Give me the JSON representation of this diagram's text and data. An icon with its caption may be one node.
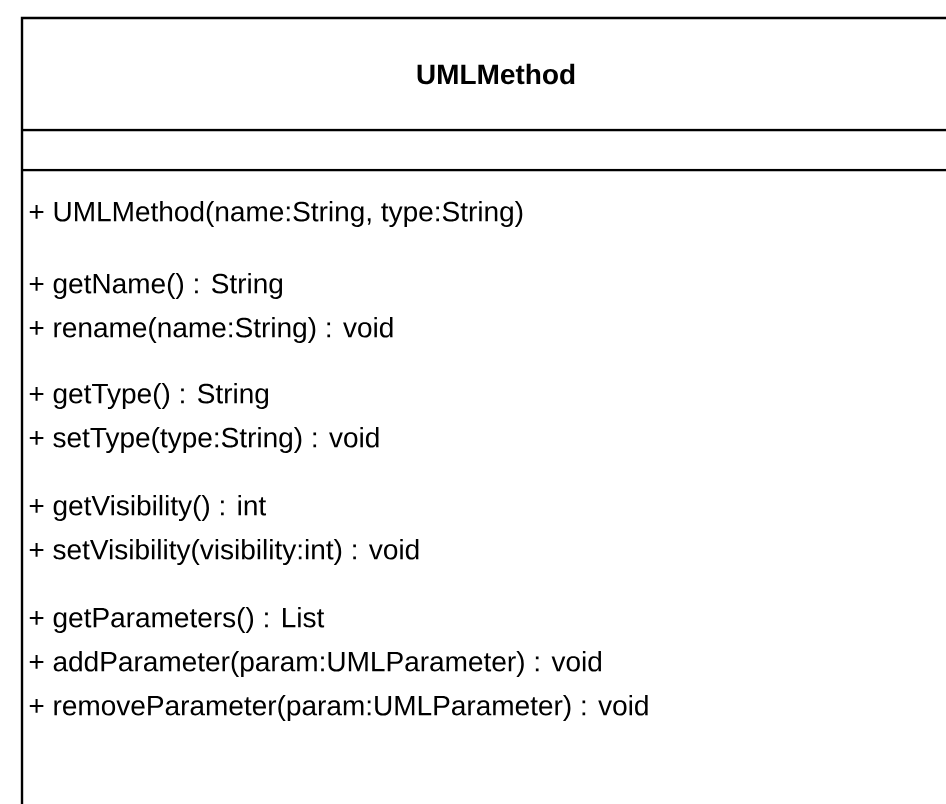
{
  "diagram": {
    "nodes": [
      {
        "text": [
          "UMLMethod",
          "+ UMLMethod(name:String, type:String)",
          "+ getName() : String",
          "+ rename(name:String) : void",
          "+ getType() : String",
          "+ setType(type:String) : void",
          "+ getVisibility() : int",
          "+ setVisibility(visibility:int) : void",
          "+ getParameters() : List",
          "+ addParameter(param:UMLParameter) : void",
          "+ removeParameter(param:UMLParameter) : void"
        ]
      }
    ]
  }
}
